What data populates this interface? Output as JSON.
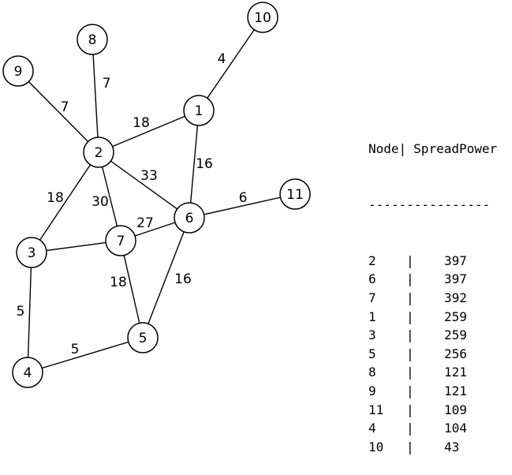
{
  "graph": {
    "nodes": [
      {
        "id": "1",
        "label": "1"
      },
      {
        "id": "2",
        "label": "2"
      },
      {
        "id": "3",
        "label": "3"
      },
      {
        "id": "4",
        "label": "4"
      },
      {
        "id": "5",
        "label": "5"
      },
      {
        "id": "6",
        "label": "6"
      },
      {
        "id": "7",
        "label": "7"
      },
      {
        "id": "8",
        "label": "8"
      },
      {
        "id": "9",
        "label": "9"
      },
      {
        "id": "10",
        "label": "10"
      },
      {
        "id": "11",
        "label": "11"
      }
    ],
    "edges": [
      {
        "from": "1",
        "to": "10",
        "weight": "4"
      },
      {
        "from": "2",
        "to": "8",
        "weight": "7"
      },
      {
        "from": "2",
        "to": "9",
        "weight": "7"
      },
      {
        "from": "1",
        "to": "2",
        "weight": "18"
      },
      {
        "from": "1",
        "to": "6",
        "weight": "16"
      },
      {
        "from": "2",
        "to": "6",
        "weight": "33"
      },
      {
        "from": "2",
        "to": "3",
        "weight": "18"
      },
      {
        "from": "2",
        "to": "7",
        "weight": "30"
      },
      {
        "from": "6",
        "to": "11",
        "weight": "6"
      },
      {
        "from": "7",
        "to": "6",
        "weight": "27"
      },
      {
        "from": "3",
        "to": "7",
        "weight": ""
      },
      {
        "from": "7",
        "to": "5",
        "weight": "18"
      },
      {
        "from": "6",
        "to": "5",
        "weight": "16"
      },
      {
        "from": "3",
        "to": "4",
        "weight": "5"
      },
      {
        "from": "4",
        "to": "5",
        "weight": "5"
      }
    ]
  },
  "table": {
    "header_node": "Node",
    "header_sep": "|",
    "header_value": "SpreadPower",
    "rule": "----------------",
    "rows": [
      {
        "node": "2",
        "sep": "|",
        "value": "397"
      },
      {
        "node": "6",
        "sep": "|",
        "value": "397"
      },
      {
        "node": "7",
        "sep": "|",
        "value": "392"
      },
      {
        "node": "1",
        "sep": "|",
        "value": "259"
      },
      {
        "node": "3",
        "sep": "|",
        "value": "259"
      },
      {
        "node": "5",
        "sep": "|",
        "value": "256"
      },
      {
        "node": "8",
        "sep": "|",
        "value": "121"
      },
      {
        "node": "9",
        "sep": "|",
        "value": "121"
      },
      {
        "node": "11",
        "sep": "|",
        "value": "109"
      },
      {
        "node": "4",
        "sep": "|",
        "value": "104"
      },
      {
        "node": "10",
        "sep": "|",
        "value": "43"
      }
    ]
  }
}
